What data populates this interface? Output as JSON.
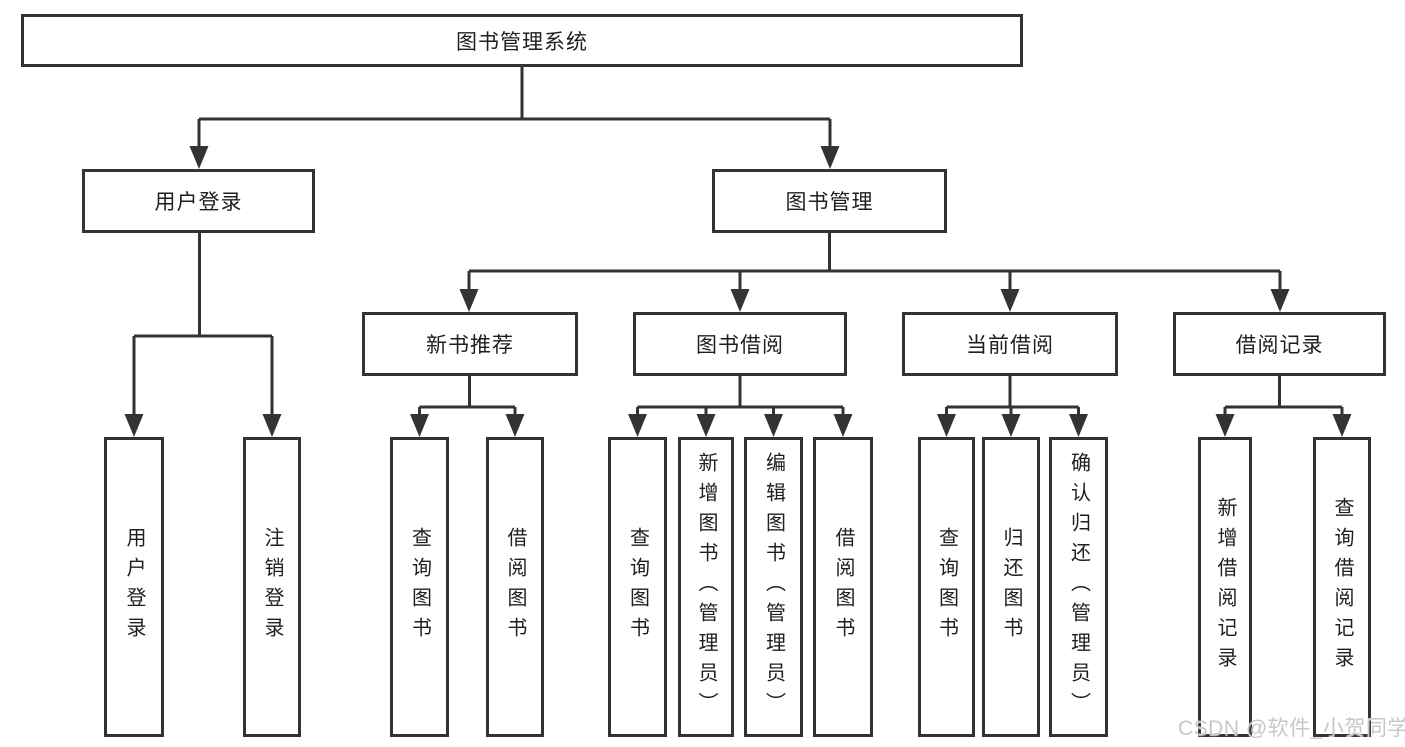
{
  "diagram": {
    "root": {
      "label": "图书管理系统",
      "children": [
        {
          "label": "用户登录",
          "children": [
            {
              "label": "用户登录"
            },
            {
              "label": "注销登录"
            }
          ]
        },
        {
          "label": "图书管理",
          "children": [
            {
              "label": "新书推荐",
              "children": [
                {
                  "label": "查询图书"
                },
                {
                  "label": "借阅图书"
                }
              ]
            },
            {
              "label": "图书借阅",
              "children": [
                {
                  "label": "查询图书"
                },
                {
                  "label": "新增图书（管理员）"
                },
                {
                  "label": "编辑图书（管理员）"
                },
                {
                  "label": "借阅图书"
                }
              ]
            },
            {
              "label": "当前借阅",
              "children": [
                {
                  "label": "查询图书"
                },
                {
                  "label": "归还图书"
                },
                {
                  "label": "确认归还（管理员）"
                }
              ]
            },
            {
              "label": "借阅记录",
              "children": [
                {
                  "label": "新增借阅记录"
                },
                {
                  "label": "查询借阅记录"
                }
              ]
            }
          ]
        }
      ]
    },
    "watermark": "CSDN @软件_小贺同学",
    "colors": {
      "line": "#333333",
      "text": "#1f1f1f",
      "background": "#ffffff",
      "watermark": "#c7c7c7"
    }
  }
}
